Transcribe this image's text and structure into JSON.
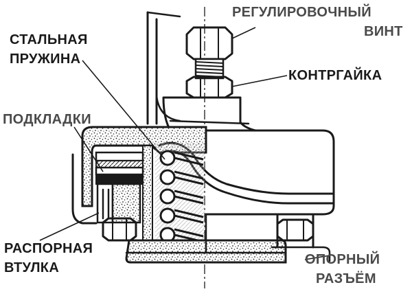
{
  "labels": {
    "adjusting_screw_line1": "РЕГУЛИРОВОЧНЫЙ",
    "adjusting_screw_line2": "ВИНТ",
    "steel_spring_line1": "СТАЛЬНАЯ",
    "steel_spring_line2": "ПРУЖИНА",
    "locknut": "КОНТРГАЙКА",
    "shims": "ПОДКЛАДКИ",
    "spacer_line1": "РАСПОРНАЯ",
    "spacer_line2": "ВТУЛКА",
    "support_joint_line1": "ОПОРНЫЙ",
    "support_joint_line2": "РАЗЪЁМ"
  },
  "colors": {
    "ink": "#1a1a1a",
    "label_dark": "#1a1a1a",
    "label_grey": "#4a4a4a",
    "background": "#ffffff"
  }
}
